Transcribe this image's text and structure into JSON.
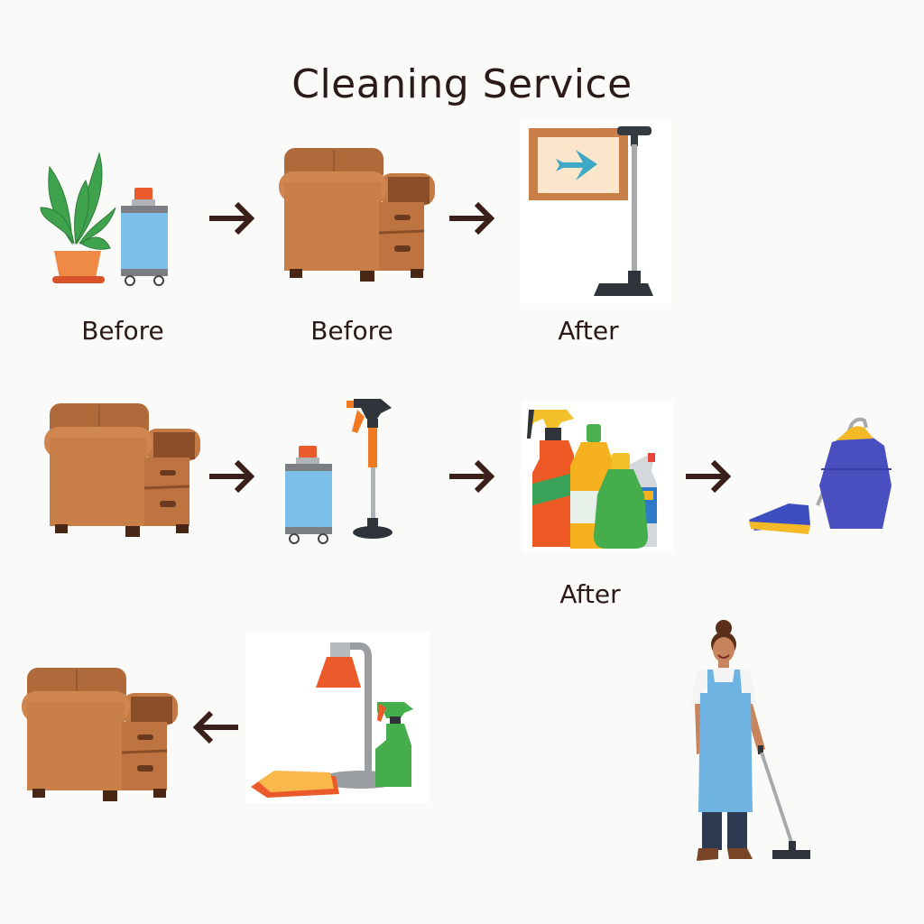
{
  "title": "Cleaning Service",
  "labels": {
    "row1_left": "Before",
    "row1_middle": "Before",
    "row1_right": "After",
    "row2_bottles": "After"
  },
  "icons": {
    "row1": [
      "houseplant-icon",
      "vacuum-canister-icon",
      "armchair-icon",
      "signpost-arrow-icon"
    ],
    "row2": [
      "armchair-icon",
      "vacuum-canister-icon",
      "spray-stand-icon",
      "cleaning-bottles-icon",
      "broom-bucket-icon"
    ],
    "row3": [
      "armchair-icon",
      "desk-lamp-icon",
      "spray-bottle-icon",
      "cleaning-cloth-icon"
    ],
    "figure": "cleaner-person-icon"
  },
  "arrows": {
    "row1": [
      "right",
      "right"
    ],
    "row2": [
      "right",
      "right",
      "right"
    ],
    "row3": [
      "left"
    ]
  },
  "colors": {
    "text": "#2b1a17",
    "arrow": "#3a1f1a",
    "chair": "#c47a45",
    "chair_dark": "#9a5a2f",
    "leaf": "#3fa34d",
    "pot": "#ee8a45",
    "canister": "#7cc0ea",
    "cap": "#ea5a2a",
    "apron": "#6fb3e3",
    "bucket": "#4a4fc0",
    "broom_yellow": "#f4b926"
  }
}
